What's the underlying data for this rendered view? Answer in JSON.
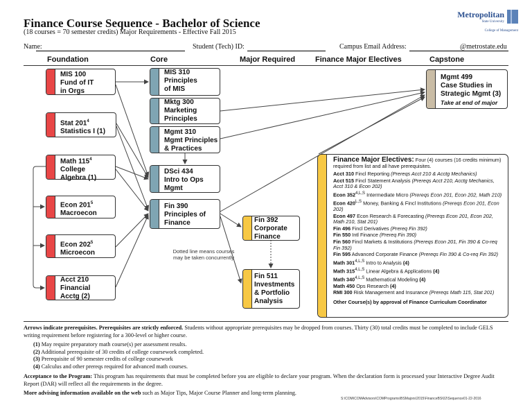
{
  "header": {
    "title": "Finance Course Sequence - Bachelor of Science",
    "subtitle": "(18 courses = 70 semester credits)  Major Requirements - Effective Fall 2015",
    "logo": {
      "name": "Metropolitan",
      "sub": "State University",
      "college": "College of Management"
    }
  },
  "form": {
    "name_label": "Name:",
    "id_label": "Student (Tech) ID:",
    "email_label": "Campus Email Address:",
    "email_domain": "@metrostate.edu"
  },
  "columns": [
    "Foundation",
    "Core",
    "Major Required",
    "Finance Major Electives",
    "Capstone"
  ],
  "foundation": [
    {
      "lines": [
        "MIS 100",
        "Fund of IT",
        "in Orgs"
      ]
    },
    {
      "lines": [
        "Stat 201",
        "Statistics I (1)"
      ],
      "sup": "4"
    },
    {
      "lines": [
        "Math 115",
        "College",
        "Algebra (1)"
      ],
      "sup": "4"
    },
    {
      "lines": [
        "Econ 201",
        "Macroecon"
      ],
      "sup": "5"
    },
    {
      "lines": [
        "Econ 202",
        "Microecon"
      ],
      "sup": "5"
    },
    {
      "lines": [
        "Acct 210",
        "Financial",
        "Acctg (2)"
      ]
    }
  ],
  "core": [
    {
      "lines": [
        "MIS 310",
        "Principles",
        "of MIS"
      ]
    },
    {
      "lines": [
        "Mktg 300",
        "Marketing",
        "Principles"
      ]
    },
    {
      "lines": [
        "Mgmt 310",
        "Mgmt Principles",
        "& Practices"
      ]
    },
    {
      "lines": [
        "DSci 434",
        "Intro to Ops",
        "Mgmt"
      ]
    },
    {
      "lines": [
        "Fin 390",
        "Principles of",
        "Finance"
      ]
    }
  ],
  "major_required": [
    {
      "lines": [
        "Fin  392",
        "Corporate",
        "Finance"
      ]
    },
    {
      "lines": [
        "Fin 511",
        "Investments",
        "& Portfolio",
        "Analysis"
      ]
    }
  ],
  "note": "Dotted line means courses may be taken concurrently",
  "capstone": {
    "lines": [
      "Mgmt 499",
      "Case Studies in",
      "Strategic Mgmt (3)"
    ],
    "note": "Take at end of major"
  },
  "electives": {
    "heading": "Finance Major Electives:",
    "intro": " Four (4) courses (16 credits minimum) required from list and all have prerequisites.",
    "items": [
      {
        "code": "Acct 310",
        "sup": "",
        "name": " Fincl Reporting ",
        "prereq": "(Prereqs Acct 210 & Acctg Mechanics)"
      },
      {
        "code": "Acct 515",
        "sup": "",
        "name": " Fincl Statement Analysis ",
        "prereq": "(Prereqs Acct 210, Acctg Mechanics, Acct 310 &  Econ 202)"
      },
      {
        "code": "Econ 352",
        "sup": "4,L,S",
        "name": " Intermediate Micro ",
        "prereq": "(Prereqs Econ 201, Econ 202, Math 210)"
      },
      {
        "code": "Econ 420",
        "sup": "L,S",
        "name": " Money, Banking & Fincl Institutions ",
        "prereq": "(Prereqs Econ 201, Econ 202)"
      },
      {
        "code": "Econ 497",
        "sup": "",
        "name": " Econ Research & Forecasting ",
        "prereq": "(Prereqs Econ 201, Econ 202, Math 210, Stat 201)"
      },
      {
        "code": "Fin 496",
        "sup": "",
        "name": " Fincl Derivatives ",
        "prereq": "(Prereq Fin 392)"
      },
      {
        "code": "Fin 550",
        "sup": "",
        "name": " Intl Finance ",
        "prereq": "(Prereq Fin 390)"
      },
      {
        "code": "Fin 560",
        "sup": "",
        "name": " Fincl Markets & Institutions ",
        "prereq": "(Prereqs Econ 201, Fin 390 & Co-req Fin 392)"
      },
      {
        "code": "Fin 595",
        "sup": "",
        "name": " Advanced Corporate Finance ",
        "prereq": "(Prereqs Fin 390 & Co-req Fin 392)"
      },
      {
        "code": "Math 301",
        "sup": "4,L,S",
        "name": " Intro to Analysis ",
        "prereq": "(4)"
      },
      {
        "code": "Math 315",
        "sup": "4,L,S",
        "name": " Linear Algebra & Applications ",
        "prereq": "(4)"
      },
      {
        "code": "Math 340",
        "sup": "4,L,S",
        "name": " Mathematical Modeling ",
        "prereq": "(4)"
      },
      {
        "code": "Math 450",
        "sup": "",
        "name": " Ops Research ",
        "prereq": "(4)"
      },
      {
        "code": "RMI 300",
        "sup": "",
        "name": " Risk Management and Insurance ",
        "prereq": "(Prereqs Math 115, Stat 201)"
      }
    ],
    "other": "Other Course(s) by approval of Finance Curriculum Coordinator"
  },
  "footer": {
    "p1_bold": "Arrows indicate prerequisites. Prerequisites are strictly enforced.",
    "p1": " Students without appropriate prerequisites may be dropped from courses. Thirty (30) total credits must be completed to include GELS writing requirement before registering for a 300-level or higher course.",
    "notes": [
      {
        "n": "(1)",
        "t": " May require preparatory math course(s) per assessment results."
      },
      {
        "n": "(2)",
        "t": " Additional prerequisite of 30 credits of college coursework completed."
      },
      {
        "n": "(3)",
        "t": " Prerequisite of 90 semester credits of college coursework"
      },
      {
        "n": "(4)",
        "t": " Calculus and other prereqs required for advanced math courses."
      }
    ],
    "p2_bold": "Acceptance to the Program:",
    "p2": " This program has requirements that must be completed before you are eligible to declare your program. When the declaration form is processed your Interactive Degree Audit Report (DAR) will reflect all the requirements in the degree.",
    "p3_bold": "More advising information available on the web",
    "p3": " such as Major Tips, Major Course Planner and long-term planning.",
    "path": "S:\\COM\\COMAdvisors\\COMPrograms\\BSMajors\\2015\\FinanceBS\\02\\Sequence01-22-2016"
  },
  "colors": {
    "foundation": "#e84646",
    "core": "#7fa5b3",
    "major": "#f7c844",
    "capstone": "#c9bca5"
  }
}
